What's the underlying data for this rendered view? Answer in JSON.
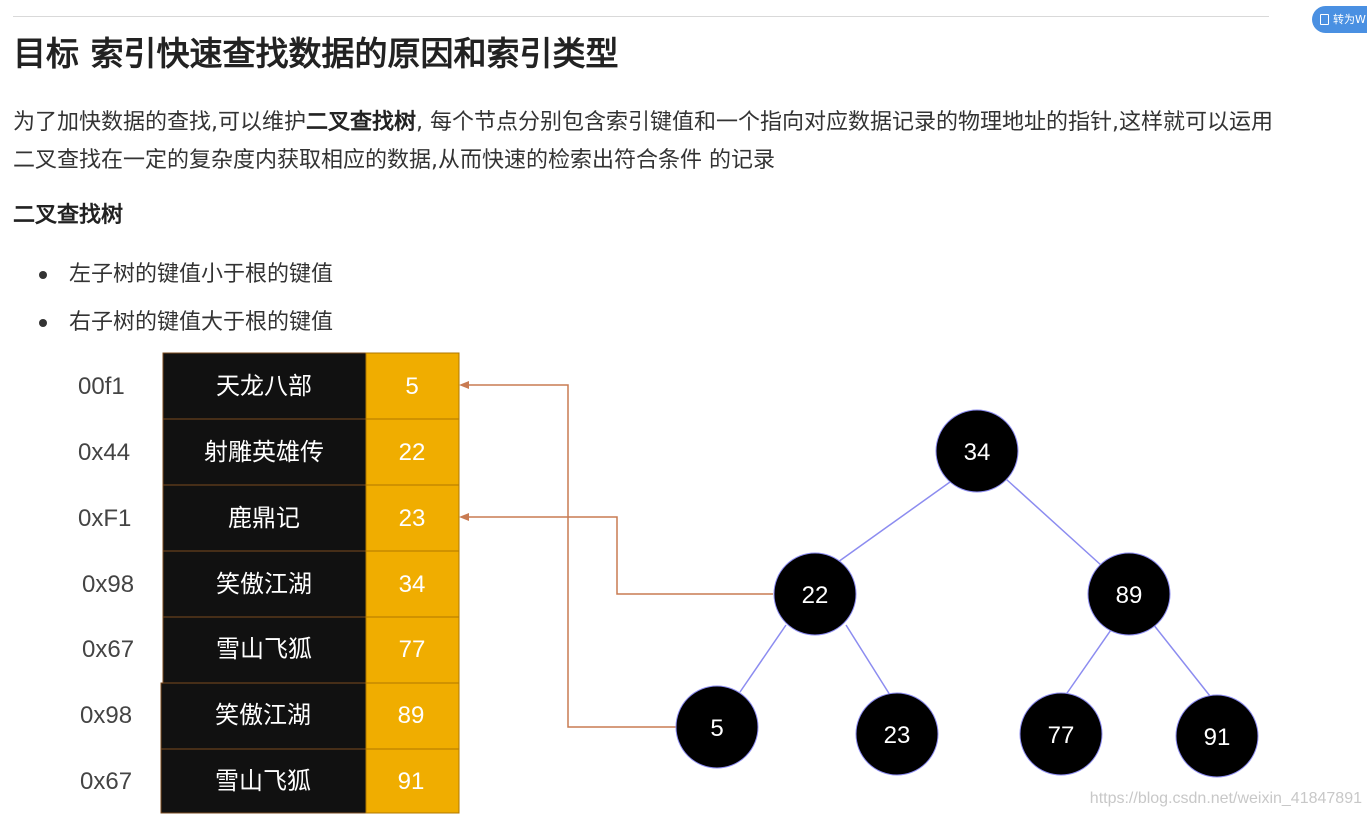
{
  "title": "目标 索引快速查找数据的原因和索引类型",
  "convert_button": {
    "label": "转为W"
  },
  "intro": {
    "before": "为了加快数据的查找,可以维护",
    "strong": "二叉查找树",
    "after": ", 每个节点分别包含索引键值和一个指向对应数据记录的物理地址的指针,这样就可以运用二叉查找在一定的复杂度内获取相应的数据,从而快速的检索出符合条件 的记录"
  },
  "section": {
    "heading": "二叉查找树",
    "bullets": [
      "左子树的键值小于根的键值",
      "右子树的键值大于根的键值"
    ]
  },
  "table": {
    "rows": [
      {
        "addr": "00f1",
        "name": "天龙八部",
        "key": "5"
      },
      {
        "addr": "0x44",
        "name": "射雕英雄传",
        "key": "22"
      },
      {
        "addr": "0xF1",
        "name": "鹿鼎记",
        "key": "23"
      },
      {
        "addr": "0x98",
        "name": "笑傲江湖",
        "key": "34"
      },
      {
        "addr": "0x67",
        "name": "雪山飞狐",
        "key": "77"
      },
      {
        "addr": "0x98",
        "name": "笑傲江湖",
        "key": "89"
      },
      {
        "addr": "0x67",
        "name": "雪山飞狐",
        "key": "91"
      }
    ]
  },
  "tree": {
    "nodes": [
      {
        "id": "n34",
        "label": "34"
      },
      {
        "id": "n22",
        "label": "22"
      },
      {
        "id": "n89",
        "label": "89"
      },
      {
        "id": "n5",
        "label": "5"
      },
      {
        "id": "n23",
        "label": "23"
      },
      {
        "id": "n77",
        "label": "77"
      },
      {
        "id": "n91",
        "label": "91"
      }
    ]
  },
  "watermark": "https://blog.csdn.net/weixin_41847891",
  "colors": {
    "table_name_bg": "#111111",
    "table_key_bg": "#f0ad00",
    "pointer_line": "#c87b52",
    "tree_edge": "#8c8cf0",
    "node_fill": "#000000"
  }
}
